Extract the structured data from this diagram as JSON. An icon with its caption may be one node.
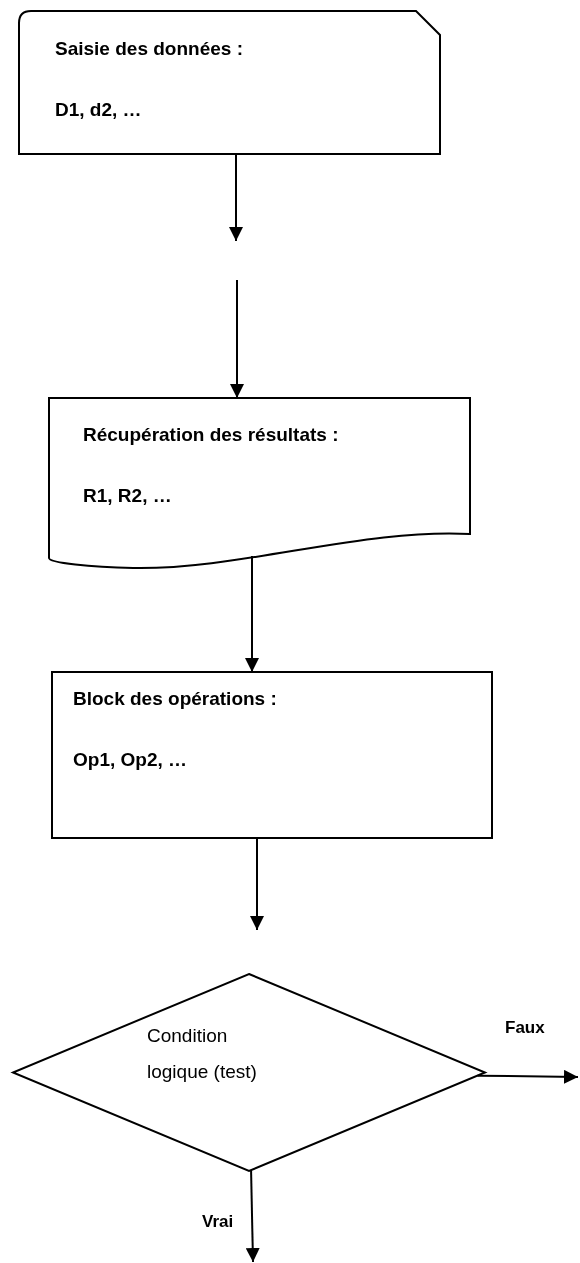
{
  "diagram": {
    "nodes": [
      {
        "text": [
          "Saisie des données :",
          "D1, d2, …"
        ]
      },
      {
        "text": [
          "Récupération des résultats :",
          "R1, R2, …"
        ]
      },
      {
        "text": [
          "Block des opérations :",
          "Op1, Op2, …"
        ]
      },
      {
        "text": [
          "Condition logique (test)"
        ]
      }
    ],
    "edges": [
      {
        "from": 0,
        "to": null,
        "arrow": "to"
      },
      {
        "from": null,
        "to": 1,
        "arrow": "to"
      },
      {
        "from": 1,
        "to": 2,
        "arrow": "to"
      },
      {
        "from": 2,
        "to": null,
        "arrow": "to"
      },
      {
        "from": 3,
        "to": null,
        "arrow": "to",
        "label": "Faux"
      },
      {
        "from": 3,
        "to": null,
        "arrow": "to",
        "label": "Vrai"
      }
    ]
  }
}
